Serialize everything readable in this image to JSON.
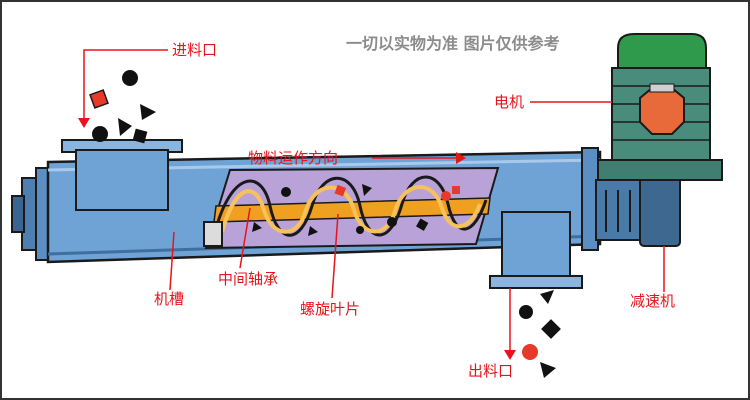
{
  "colors": {
    "label": "#e8141c",
    "trough": "#6fa3d6",
    "trough_dark": "#2f5f8e",
    "motor": "#4a8c7c",
    "motor_cap": "#2f9a4c",
    "screw_chamber": "#b9a2d8",
    "shaft": "#f0a020",
    "particle_red": "#e83a2a",
    "particle_dark": "#111111"
  },
  "note": "一切以实物为准 图片仅供参考",
  "labels": {
    "inlet": "进料口",
    "motor": "电机",
    "flow_direction": "物料运作方向",
    "trough": "机槽",
    "bearing": "中间轴承",
    "blade": "螺旋叶片",
    "reducer": "减速机",
    "outlet": "出料口"
  },
  "icons": {
    "flow_arrow": "arrow-right-icon",
    "inlet_arrow": "arrow-down-icon",
    "outlet_arrow": "arrow-down-icon"
  }
}
